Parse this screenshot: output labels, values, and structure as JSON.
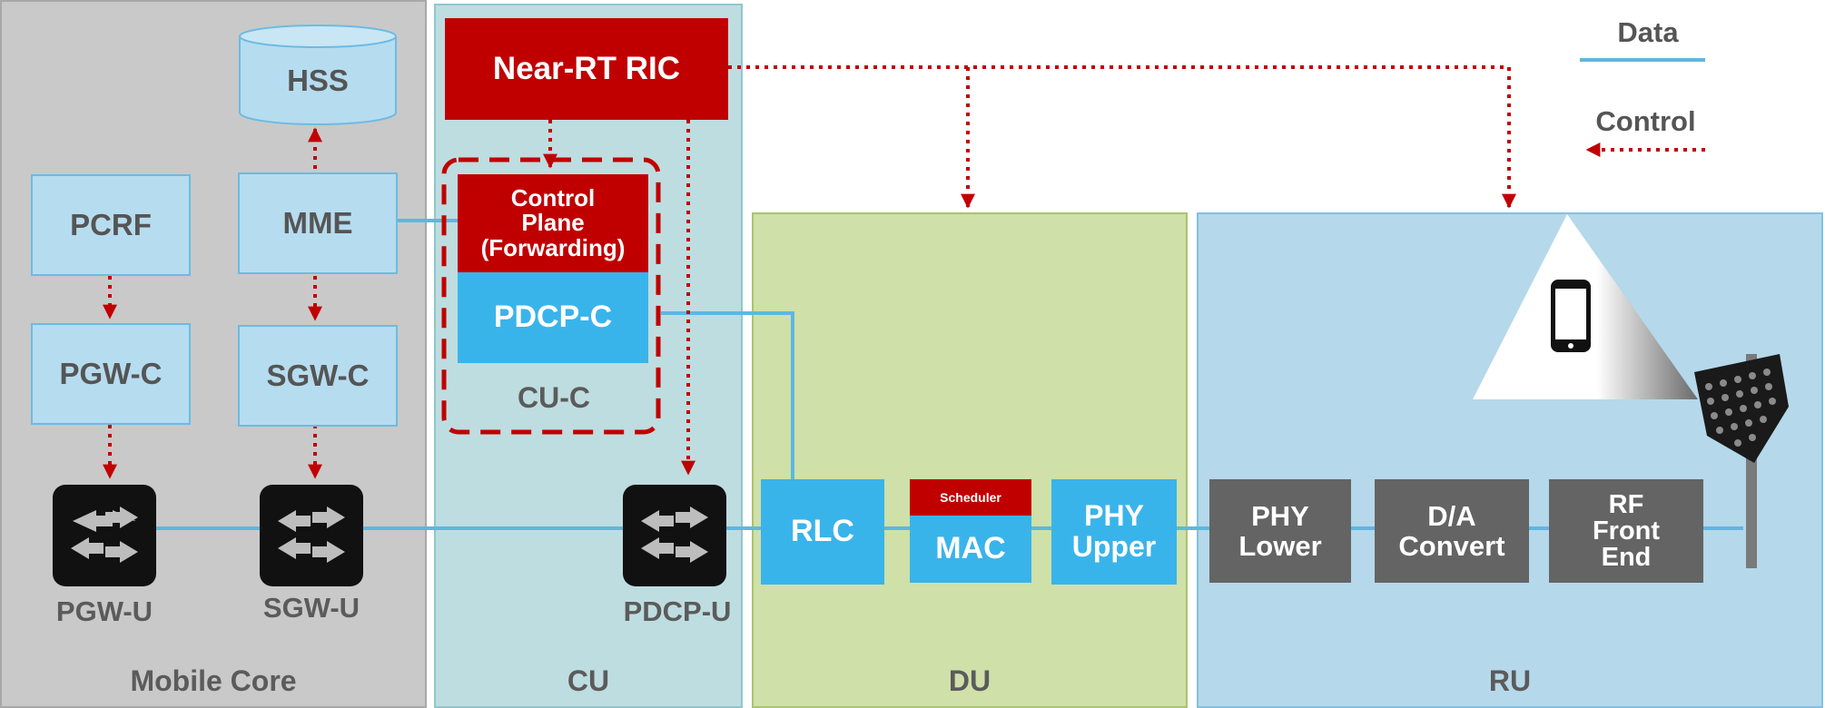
{
  "regions": {
    "mobile_core": "Mobile Core",
    "cu": "CU",
    "du": "DU",
    "ru": "RU"
  },
  "legend": {
    "data": "Data",
    "control": "Control"
  },
  "nodes": {
    "near_rt_ric": "Near-RT RIC",
    "hss": "HSS",
    "pcrf": "PCRF",
    "mme": "MME",
    "pgw_c": "PGW-C",
    "sgw_c": "SGW-C",
    "pgw_u": "PGW-U",
    "sgw_u": "SGW-U",
    "pdcp_u": "PDCP-U",
    "control_plane": "Control\nPlane\n(Forwarding)",
    "pdcp_c": "PDCP-C",
    "cu_c": "CU-C",
    "rlc": "RLC",
    "scheduler": "Scheduler",
    "mac": "MAC",
    "phy_upper": "PHY\nUpper",
    "phy_lower": "PHY\nLower",
    "da_convert": "D/A\nConvert",
    "rf_front_end": "RF\nFront\nEnd"
  },
  "colors": {
    "data_line": "#5cb8e0",
    "control_line": "#c00000",
    "near_rt_ric": "#c00000",
    "pdcp_blue": "#39b4ea"
  },
  "icons": [
    "switch-icon",
    "smartphone-icon",
    "antenna-array-icon",
    "database-cylinder"
  ]
}
